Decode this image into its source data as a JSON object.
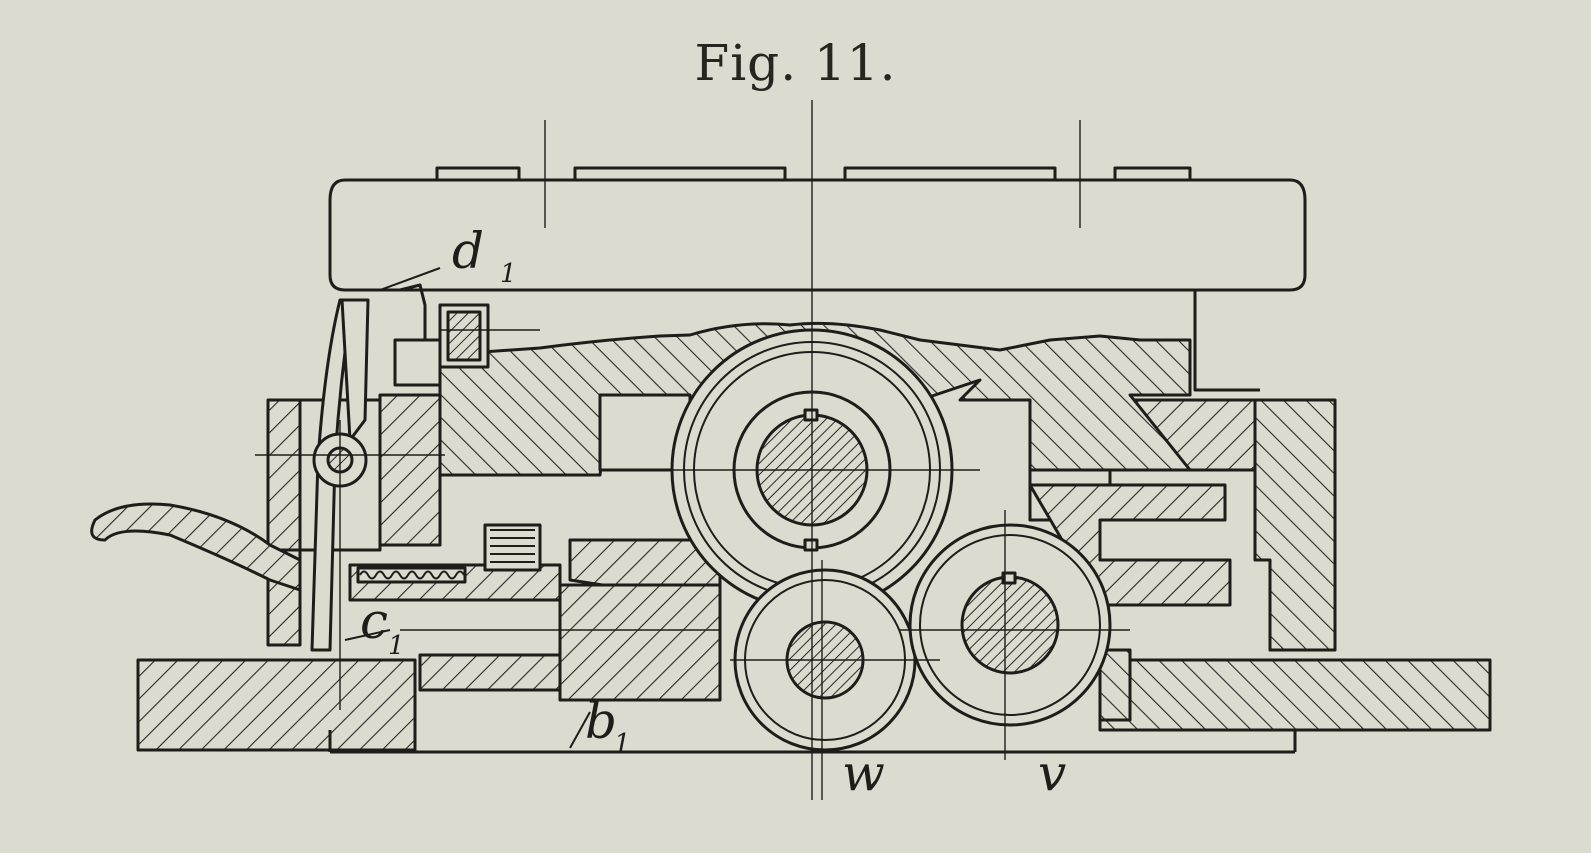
{
  "figure": {
    "title": "Fig. 11."
  },
  "labels": {
    "d": {
      "main": "d",
      "sub": "1"
    },
    "c": {
      "main": "c",
      "sub": "1"
    },
    "b": {
      "main": "b",
      "sub": "1"
    },
    "w": {
      "main": "w"
    },
    "v": {
      "main": "v"
    }
  },
  "colors": {
    "paper": "#dcdbd0",
    "ink": "#1e1d19"
  }
}
